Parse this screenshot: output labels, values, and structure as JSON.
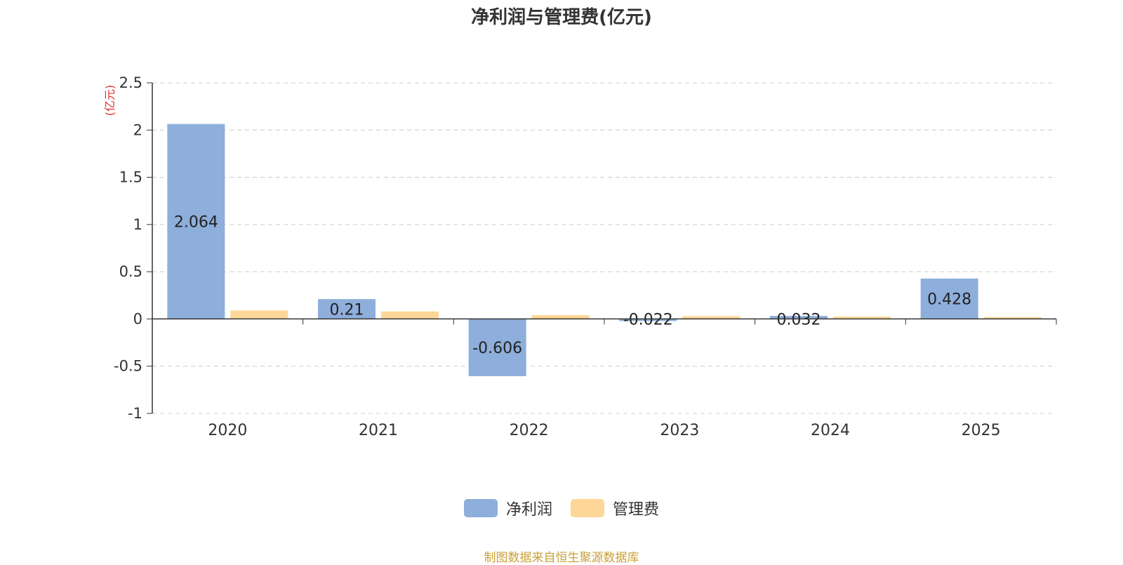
{
  "chart_data": {
    "type": "bar",
    "title": "净利润与管理费(亿元)",
    "ylabel": "(亿元)",
    "categories": [
      "2020",
      "2021",
      "2022",
      "2023",
      "2024",
      "2025"
    ],
    "series": [
      {
        "name": "净利润",
        "color": "#8eaedb",
        "values": [
          2.064,
          0.21,
          -0.606,
          -0.022,
          0.032,
          0.428
        ],
        "labels": [
          "2.064",
          "0.21",
          "-0.606",
          "-0.022",
          "0.032",
          "0.428"
        ]
      },
      {
        "name": "管理费",
        "color": "#fdd798",
        "values": [
          0.09,
          0.08,
          0.04,
          0.03,
          0.025,
          0.02
        ]
      }
    ],
    "ylim": [
      -1,
      2.5
    ],
    "yticks": [
      -1,
      -0.5,
      0,
      0.5,
      1,
      1.5,
      2,
      2.5
    ],
    "grid": true,
    "legend": "bottom-center"
  },
  "source": "制图数据来自恒生聚源数据库"
}
